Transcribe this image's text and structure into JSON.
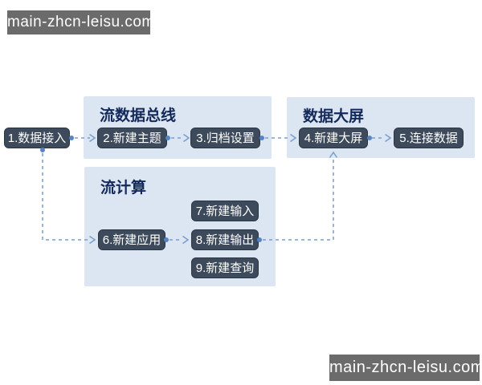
{
  "watermark": {
    "text": "main-zhcn-leisu.com"
  },
  "colors": {
    "container_bg": "#dbe6f2",
    "node_bg": "#3d4a5c",
    "node_text": "#ffffff",
    "group_title": "#14295a",
    "connector": "#7b9dcc",
    "dot": "#5585c4",
    "watermark_bg": "#6b6b6b",
    "watermark_text": "#ffffff"
  },
  "diagram": {
    "groups": [
      {
        "title": "流数据总线",
        "nodes": [
          "2.新建主题",
          "3.归档设置"
        ]
      },
      {
        "title": "数据大屏",
        "nodes": [
          "4.新建大屏",
          "5.连接数据"
        ]
      },
      {
        "title": "流计算",
        "nodes": [
          "6.新建应用",
          "7.新建输入",
          "8.新建输出",
          "9.新建查询"
        ]
      }
    ],
    "nodes": [
      {
        "label": "1.数据接入"
      },
      {
        "label": "2.新建主题"
      },
      {
        "label": "3.归档设置"
      },
      {
        "label": "4.新建大屏"
      },
      {
        "label": "5.连接数据"
      },
      {
        "label": "6.新建应用"
      },
      {
        "label": "7.新建输入"
      },
      {
        "label": "8.新建输出"
      },
      {
        "label": "9.新建查询"
      }
    ],
    "edges": [
      {
        "from": "1.数据接入",
        "to": "2.新建主题"
      },
      {
        "from": "2.新建主题",
        "to": "3.归档设置"
      },
      {
        "from": "3.归档设置",
        "to": "4.新建大屏"
      },
      {
        "from": "4.新建大屏",
        "to": "5.连接数据"
      },
      {
        "from": "1.数据接入",
        "to": "6.新建应用"
      },
      {
        "from": "6.新建应用",
        "to": "8.新建输出"
      },
      {
        "from": "8.新建输出",
        "to": "4.新建大屏"
      }
    ]
  }
}
